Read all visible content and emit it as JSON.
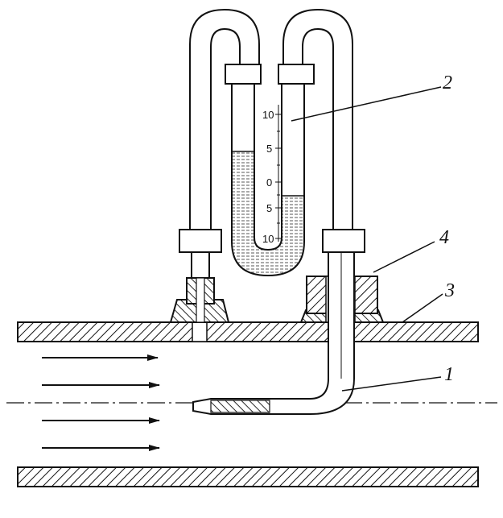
{
  "callouts": [
    {
      "id": "1",
      "label": "1"
    },
    {
      "id": "2",
      "label": "2"
    },
    {
      "id": "3",
      "label": "3"
    },
    {
      "id": "4",
      "label": "4"
    }
  ],
  "scale": {
    "labels": [
      "10",
      "5",
      "0",
      "5",
      "10"
    ]
  }
}
